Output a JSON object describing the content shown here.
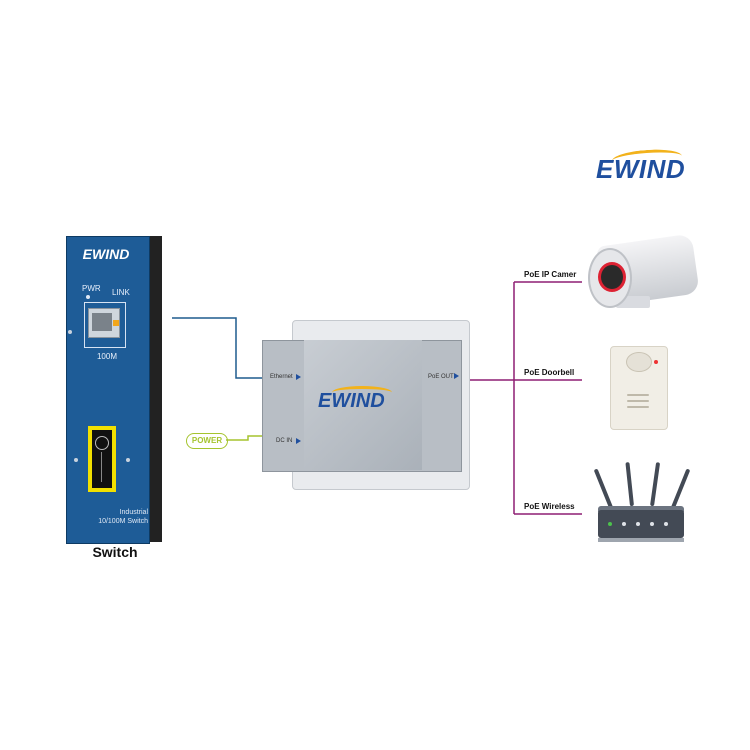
{
  "brand": {
    "logo_text": "EWIND"
  },
  "switch": {
    "logo_text": "EWIND",
    "led_pwr": "PWR",
    "led_link": "LINK",
    "port_label": "100M",
    "desc_line1": "Industrial",
    "desc_line2": "10/100M Switch",
    "caption": "Switch"
  },
  "injector": {
    "logo_text": "EWIND",
    "port_ethernet": "Ethernet",
    "port_dcin": "DC IN",
    "port_poe_out": "PoE OUT"
  },
  "power": {
    "label": "POWER"
  },
  "devices": [
    {
      "label": "PoE IP Camer"
    },
    {
      "label": "PoE Doorbell"
    },
    {
      "label": "PoE Wireless"
    }
  ],
  "colors": {
    "data_line": "#1f5c8e",
    "power_line": "#a5c42e",
    "poe_line": "#8e1f73",
    "brand_blue": "#1f4f9e",
    "brand_gold": "#f2b21b"
  }
}
